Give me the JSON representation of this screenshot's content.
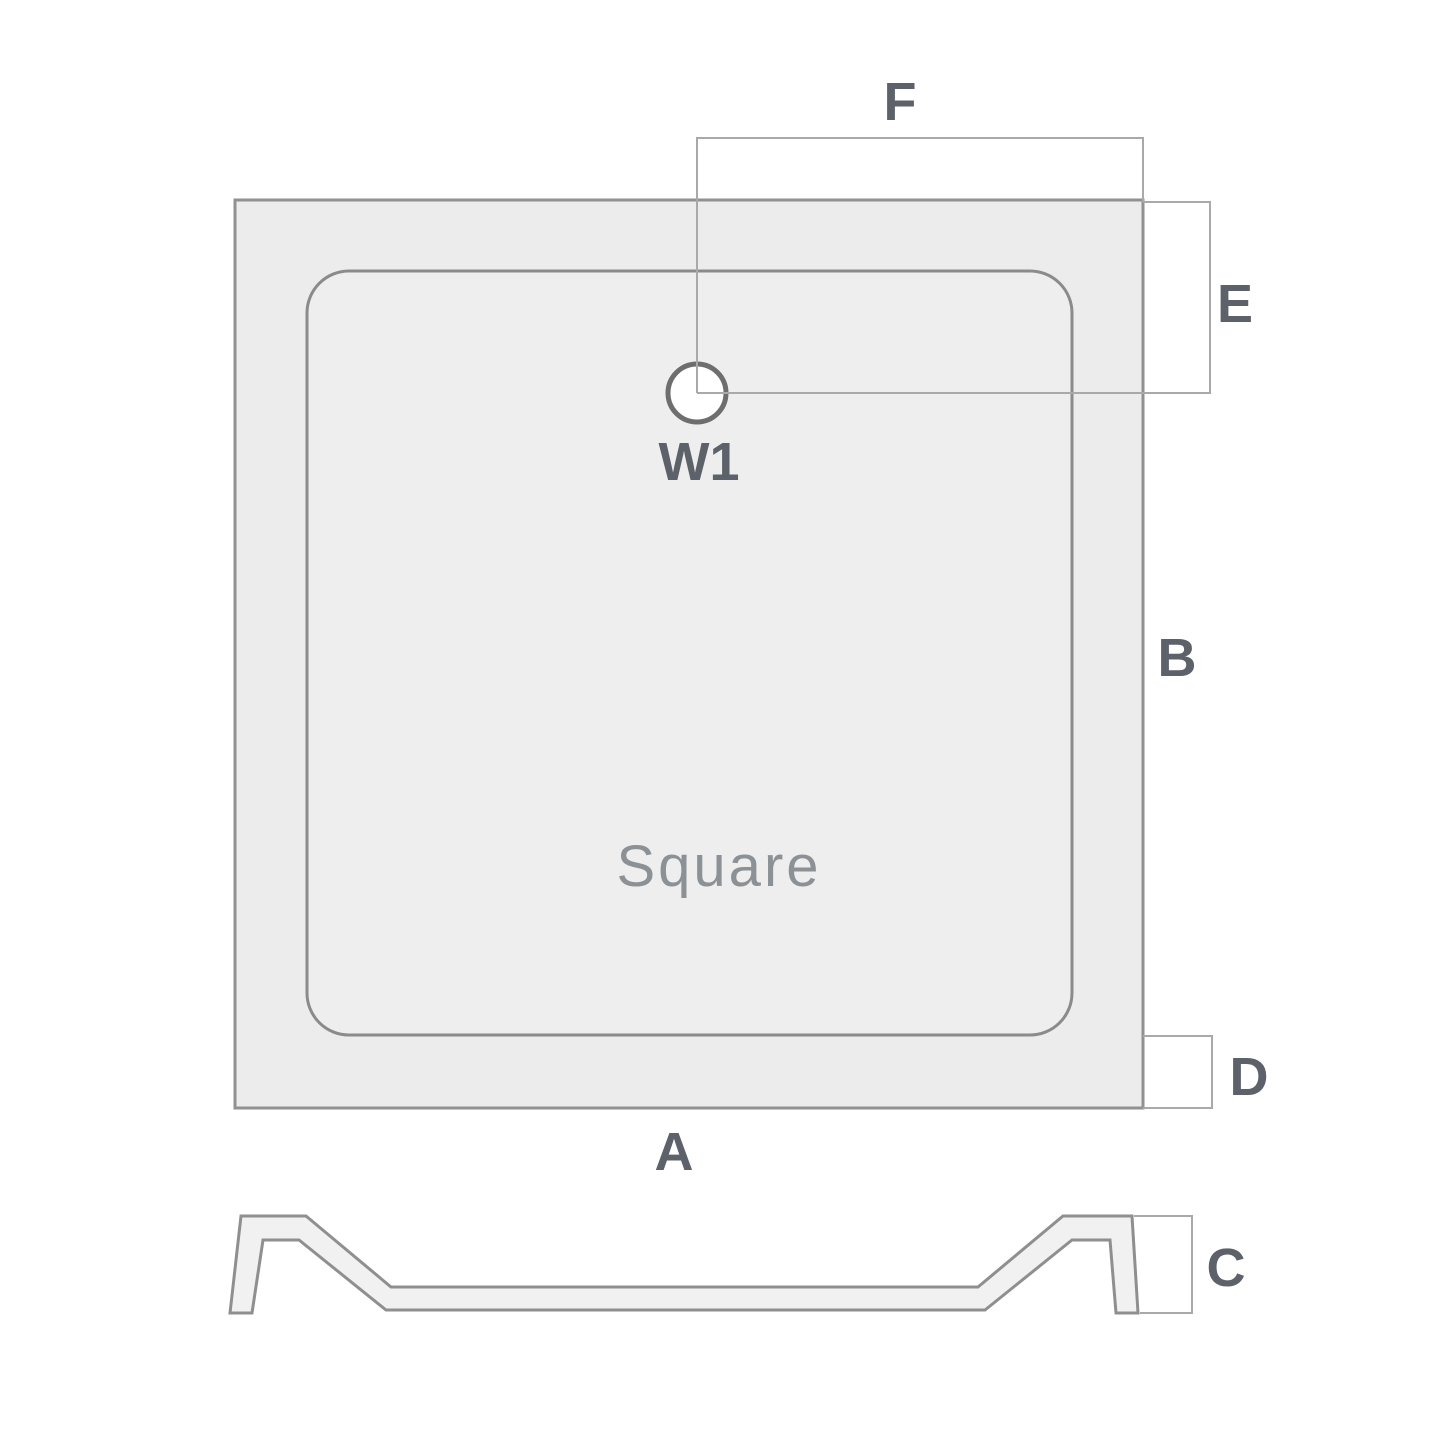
{
  "diagram": {
    "type": "shower-tray-dimension-diagram",
    "labels": {
      "product": "Square",
      "drain": "W1",
      "f": "F",
      "e": "E",
      "b": "B",
      "d": "D",
      "a": "A",
      "c": "C"
    },
    "colors": {
      "tray_fill": "#ececec",
      "inner_fill": "#eeeeee",
      "outline": "#919191",
      "dim_line": "#a9a9a9",
      "label_text": "#5c616a",
      "product_text": "#8c9196",
      "background": "#ffffff"
    }
  }
}
